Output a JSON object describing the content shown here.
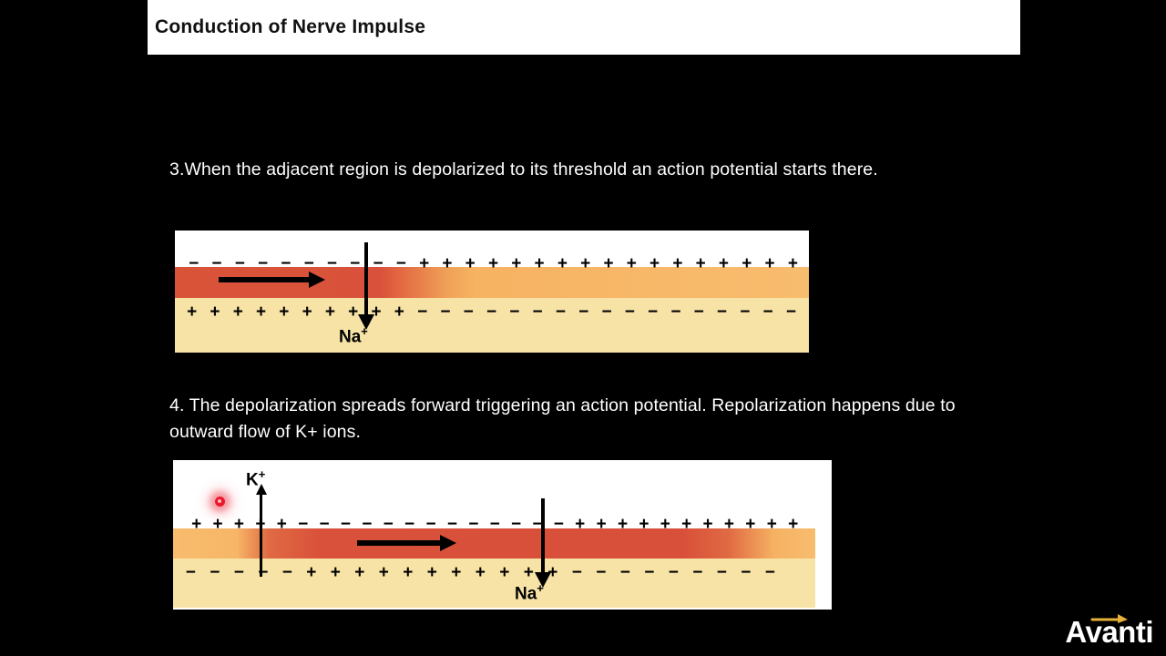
{
  "slide": {
    "title": "Conduction of Nerve Impulse",
    "background_color": "#000000",
    "title_bar_color": "#ffffff"
  },
  "steps": [
    {
      "id": "step-3",
      "text": "3.When the adjacent region is depolarized  to its threshold  an action potential starts there."
    },
    {
      "id": "step-4",
      "text": "4. The depolarization spreads forward triggering an action potential. Repolarization happens due to outward flow of  K+ ions."
    }
  ],
  "diagrams": [
    {
      "id": "diagram-step-3",
      "caption_ref": "step-3",
      "colors": {
        "extracellular": "#ffffff",
        "cytoplasm": "#f7e3a6",
        "membrane_depolarized": "#d95339",
        "membrane_resting": "#f8bc6e"
      },
      "outer_charges": "- - - - - - - - - - + + + + + + + + + + + + + + + + +",
      "inner_charges": "+ + + + + + + + + + - - - - - - - - - - - - - - - - -",
      "outer_minus_count": 10,
      "outer_plus_count": 17,
      "inner_plus_count": 10,
      "inner_minus_count": 17,
      "ion_arrows": [
        {
          "label": "Na",
          "charge": "+",
          "direction": "inward",
          "name": "sodium-influx-arrow"
        }
      ],
      "propagation_arrow": {
        "direction": "right",
        "name": "impulse-direction-arrow"
      }
    },
    {
      "id": "diagram-step-4",
      "caption_ref": "step-4",
      "colors": {
        "extracellular": "#ffffff",
        "cytoplasm": "#f7e3a6",
        "membrane_depolarized": "#d9503a",
        "membrane_resting": "#f8bc6e"
      },
      "outer_charges": "+ + + + + - - - - - - - - - - - - - + + + + + + + + + + +",
      "inner_charges": "- - - - - + + + + + + + + + + + - - - - - - - - -",
      "outer_leading_plus_count": 5,
      "outer_minus_count": 13,
      "outer_trailing_plus_count": 11,
      "inner_leading_minus_count": 5,
      "inner_plus_count": 11,
      "inner_trailing_minus_count": 9,
      "ion_arrows": [
        {
          "label": "K",
          "charge": "+",
          "direction": "outward",
          "name": "potassium-efflux-arrow"
        },
        {
          "label": "Na",
          "charge": "+",
          "direction": "inward",
          "name": "sodium-influx-arrow"
        }
      ],
      "propagation_arrow": {
        "direction": "right",
        "name": "impulse-direction-arrow"
      },
      "marker_dot": {
        "color": "#e8192c",
        "name": "potassium-ion-dot"
      }
    }
  ],
  "logo": {
    "text": "Avanti",
    "text_color": "#ffffff",
    "arrow_color": "#e8b23a"
  }
}
